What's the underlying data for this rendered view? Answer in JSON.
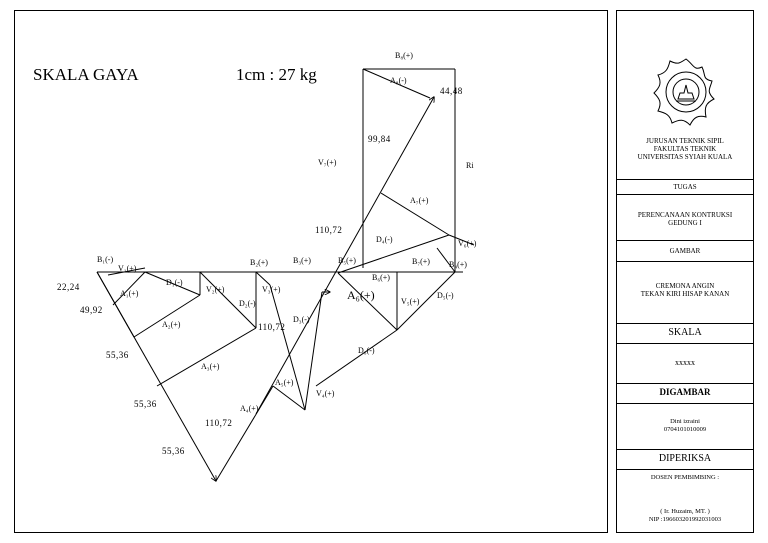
{
  "drawing": {
    "heading": "SKALA GAYA",
    "scale_ratio": "1cm : 27 kg"
  },
  "labels": {
    "b1": "B₁(-)",
    "b2": "B₂(+)",
    "b3": "B₃(+)",
    "b4": "B₄(+)",
    "b5": "B₅(+)",
    "b6": "B₆(+)",
    "b7": "B₇(+)",
    "b8": "B₈(+)",
    "v1": "V₁(+)",
    "v2": "V₂(+)",
    "v3": "V₃(+)",
    "v4": "V₄(+)",
    "v5": "V₅(+)",
    "v6": "V₆(+)",
    "v7": "V₇(+)",
    "d1": "D₁(-)",
    "d2": "D₂(-)",
    "d3": "D₃(-)",
    "d4": "D₄(-)",
    "d5": "D₅(-)",
    "d6": "D₆(-)",
    "a1": "A₁(+)",
    "a2": "A₂(+)",
    "a3": "A₃(+)",
    "a4": "A₄(+)",
    "a5": "A₅(+)",
    "a6": "A₆(+)",
    "a7": "A₇(+)",
    "a8": "A₈(-)",
    "ri": "Ri"
  },
  "dimensions": {
    "d2224": "22,24",
    "d4992": "49,92",
    "d5536a": "55,36",
    "d5536b": "55,36",
    "d5536c": "55,36",
    "d11072a": "110,72",
    "d11072b": "110,72",
    "d11072c": "110,72",
    "d9984": "99,84",
    "d4448": "44,48"
  },
  "titleblock": {
    "institution": [
      "JURUSAN TEKNIK SIPIL",
      "FAKULTAS TEKNIK",
      "UNIVERSITAS SYIAH KUALA"
    ],
    "logo_text": "UNIVERSITAS SYIAH KUALA",
    "tugas_label": "TUGAS",
    "tugas_value": [
      "PERENCANAAN KONTRUKSI",
      "GEDUNG I"
    ],
    "gambar_label": "GAMBAR",
    "gambar_value": [
      "CREMONA ANGIN",
      "TEKAN KIRI HISAP KANAN"
    ],
    "skala_label": "SKALA",
    "skala_value": "xxxxx",
    "digambar_label": "DIGAMBAR",
    "digambar_name": "Dini izraini",
    "digambar_nim": "0704101010009",
    "diperiksa_label": "DIPERIKSA",
    "dosen_label": "DOSEN PEMBIMBING :",
    "dosen_name": "( Ir. Huzaim, MT. )",
    "dosen_nip": "NIP :196603201992031003"
  },
  "colors": {
    "line": "#000000",
    "background": "#ffffff"
  }
}
